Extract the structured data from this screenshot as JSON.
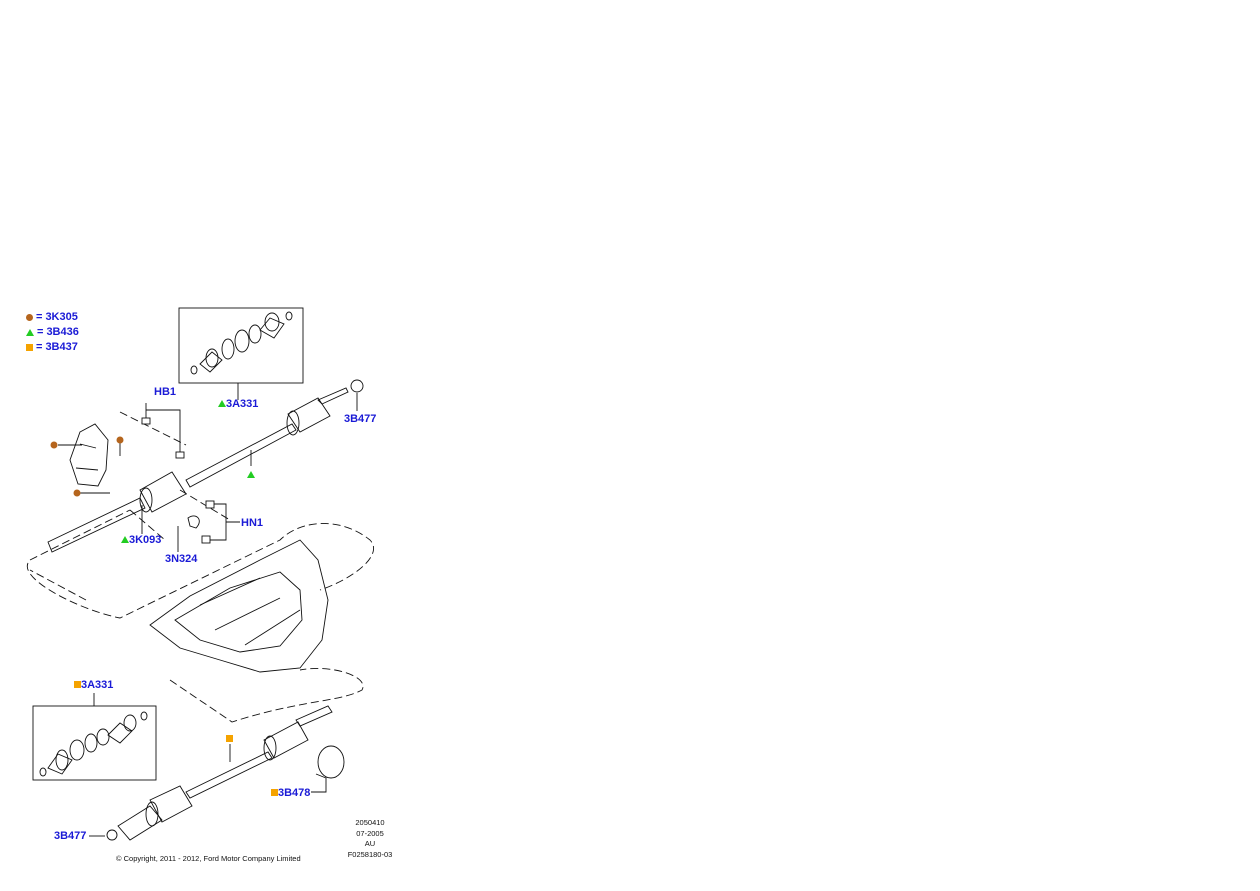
{
  "legend": [
    {
      "symbol": "dot",
      "symbol_name": "circle-marker",
      "color": "#b5651d",
      "code": "3K305"
    },
    {
      "symbol": "triangle",
      "symbol_name": "triangle-marker",
      "color": "#22cc22",
      "code": "3B436"
    },
    {
      "symbol": "square",
      "symbol_name": "square-marker",
      "color": "#f5a300",
      "code": "3B437"
    }
  ],
  "legend_eq": "=",
  "callouts": {
    "hb1": "HB1",
    "a331_top": "3A331",
    "b477_top": "3B477",
    "k093": "3K093",
    "hn1": "HN1",
    "n324": "3N324",
    "a331_bottom": "3A331",
    "b478": "3B478",
    "b477_bottom": "3B477"
  },
  "meta": {
    "line1": "2050410",
    "line2": "07-2005",
    "line3": "AU",
    "line4": "F0258180-03"
  },
  "copyright": "© Copyright, 2011 - 2012, Ford Motor Company Limited",
  "colors": {
    "label_blue": "#1a1ad6",
    "brown": "#b5651d",
    "green": "#22cc22",
    "orange": "#f5a300"
  }
}
